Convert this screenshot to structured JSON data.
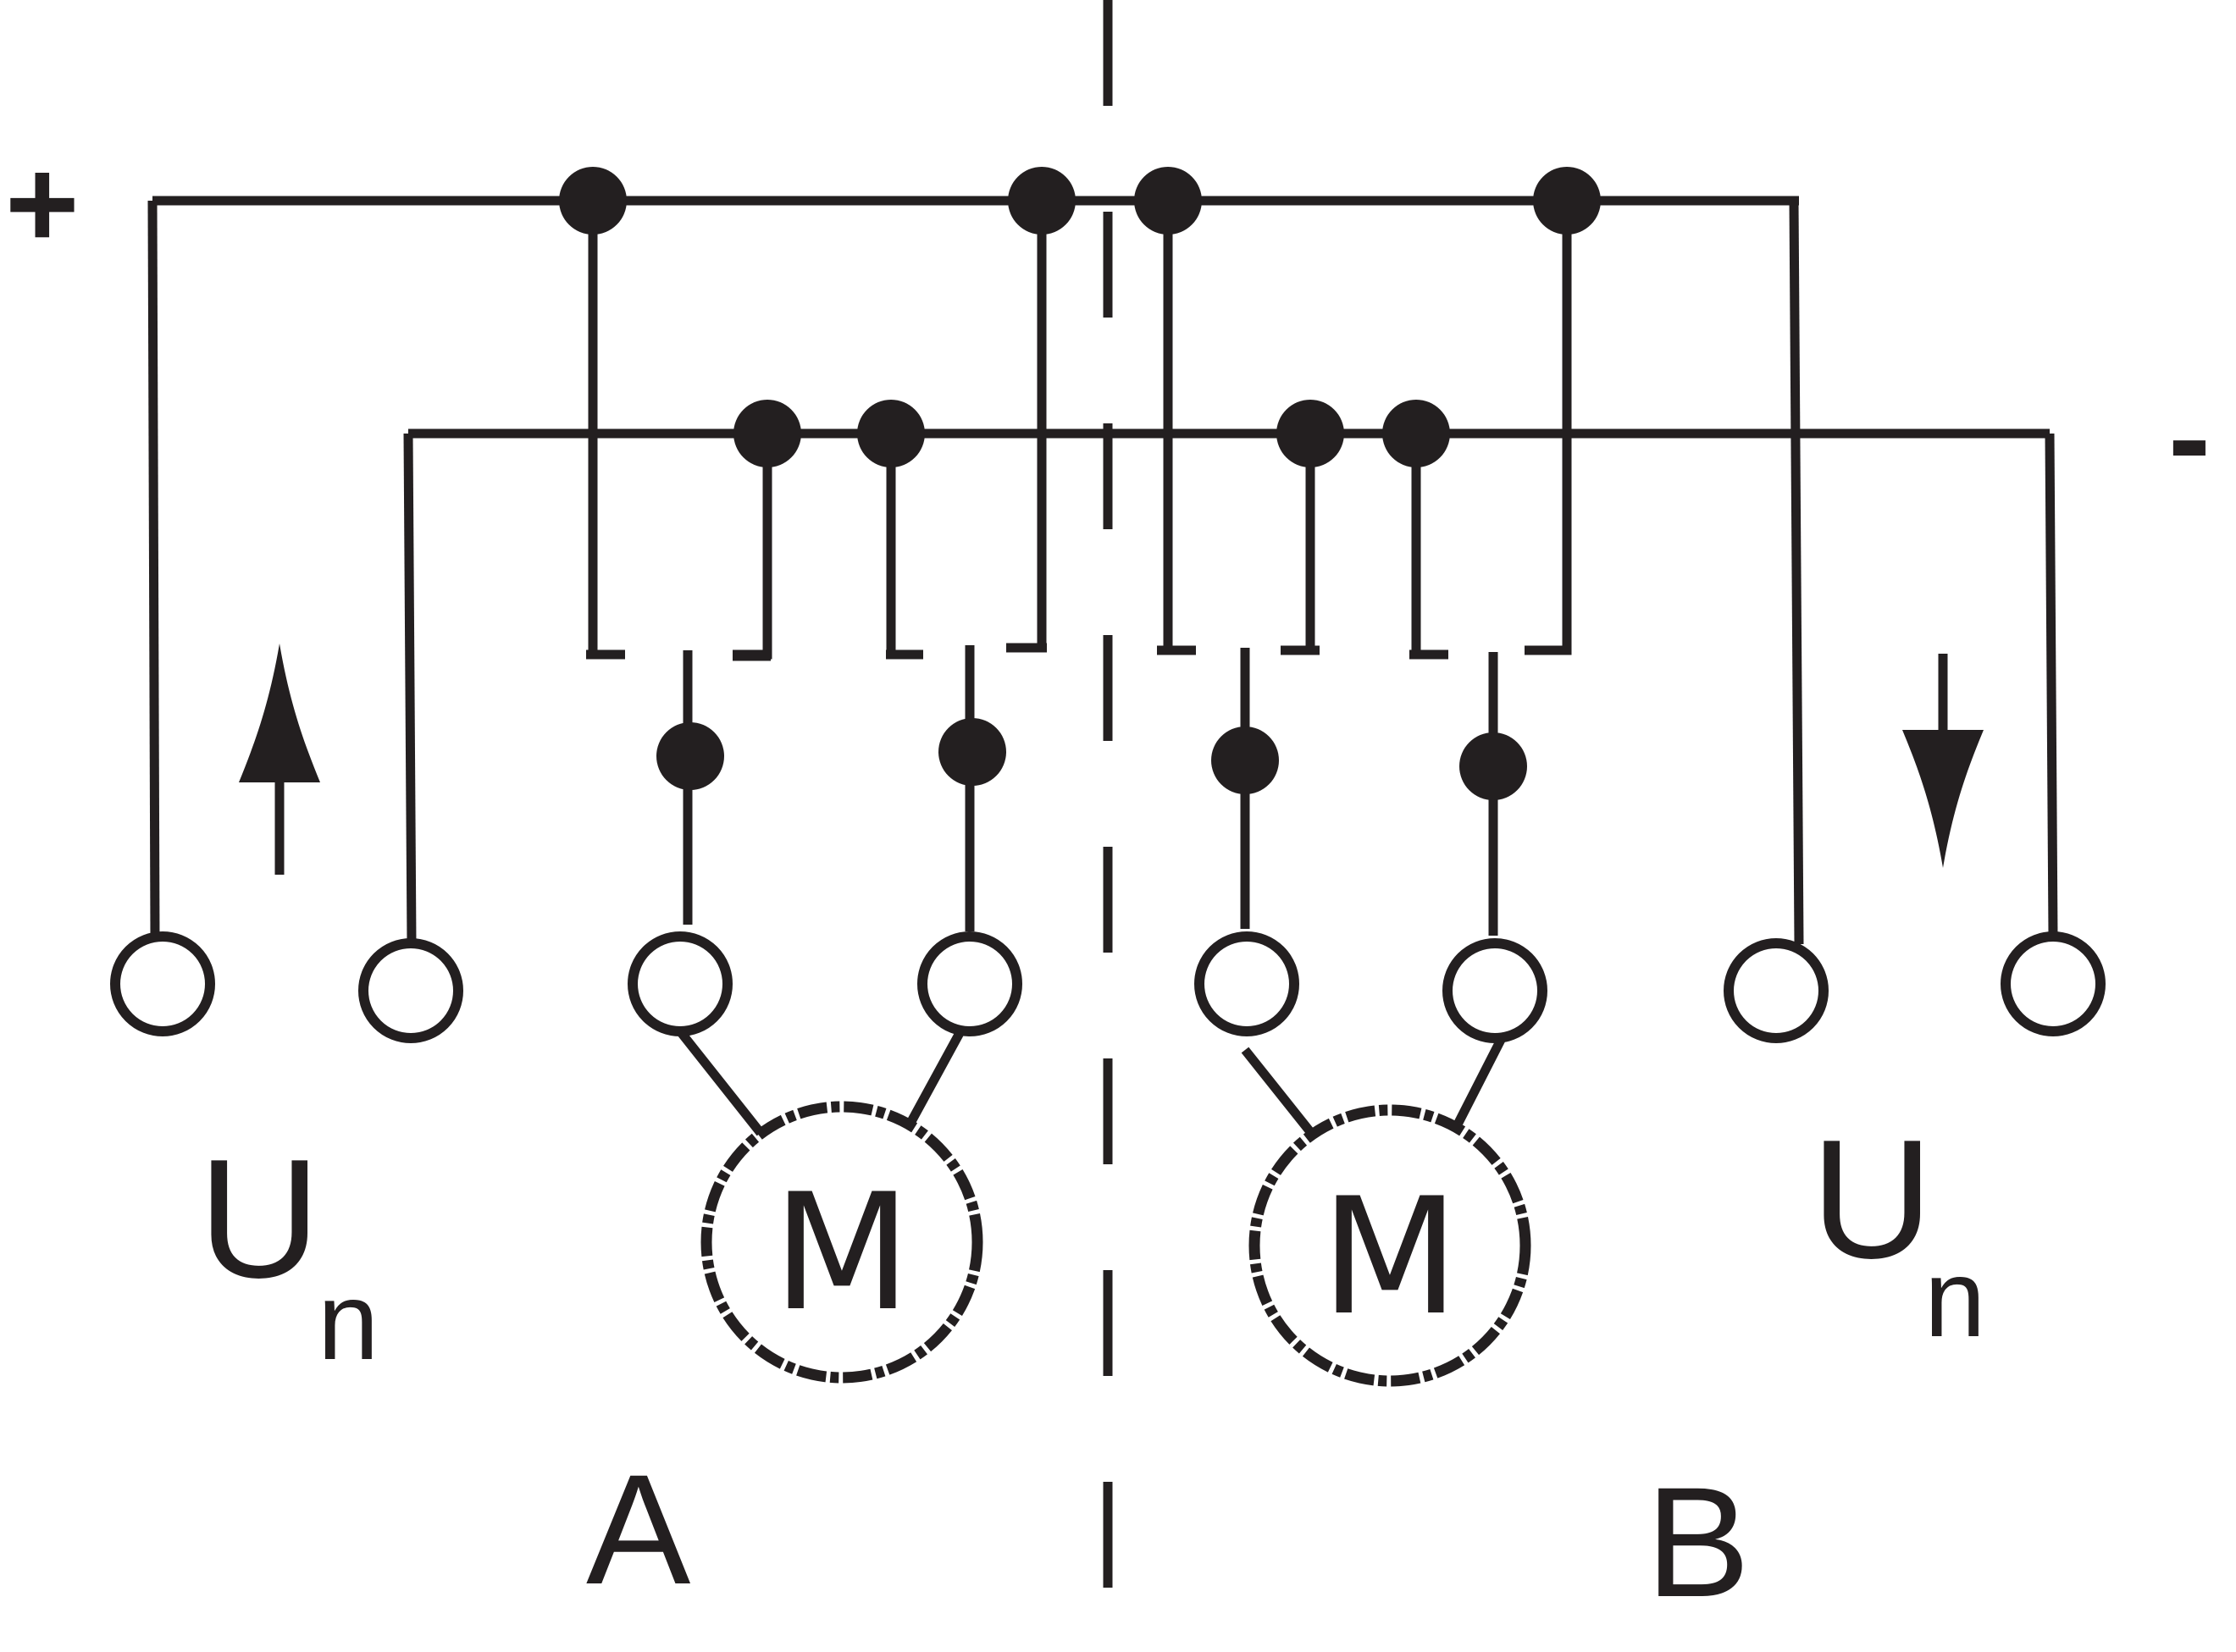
{
  "diagram": {
    "positive_sign": "+",
    "negative_sign": "-",
    "left_voltage_symbol": "U",
    "left_voltage_subscript": "n",
    "right_voltage_symbol": "U",
    "right_voltage_subscript": "n",
    "motor_a_symbol": "M",
    "motor_b_symbol": "M",
    "side_a_label": "A",
    "side_b_label": "B"
  }
}
